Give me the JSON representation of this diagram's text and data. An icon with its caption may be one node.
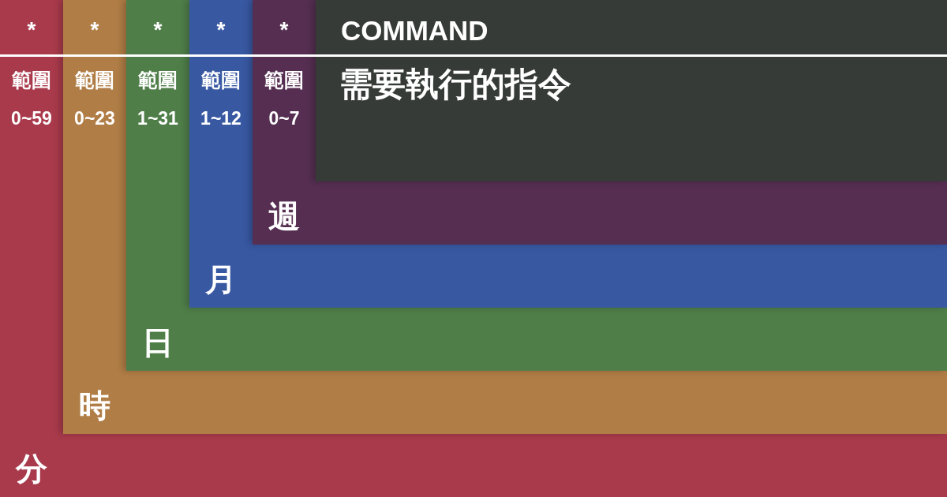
{
  "diagram": {
    "nodes": [
      {
        "text": [
          "*",
          "範圍",
          "0~59",
          "分"
        ]
      },
      {
        "text": [
          "*",
          "範圍",
          "0~23",
          "時"
        ],
        "in": 0
      },
      {
        "text": [
          "*",
          "範圍",
          "1~31",
          "日"
        ],
        "in": 1
      },
      {
        "text": [
          "*",
          "範圍",
          "1~12",
          "月"
        ],
        "in": 2
      },
      {
        "text": [
          "*",
          "範圍",
          "0~7",
          "週"
        ],
        "in": 3
      },
      {
        "text": [
          "COMMAND",
          "需要執行的指令"
        ],
        "in": 4
      }
    ]
  }
}
